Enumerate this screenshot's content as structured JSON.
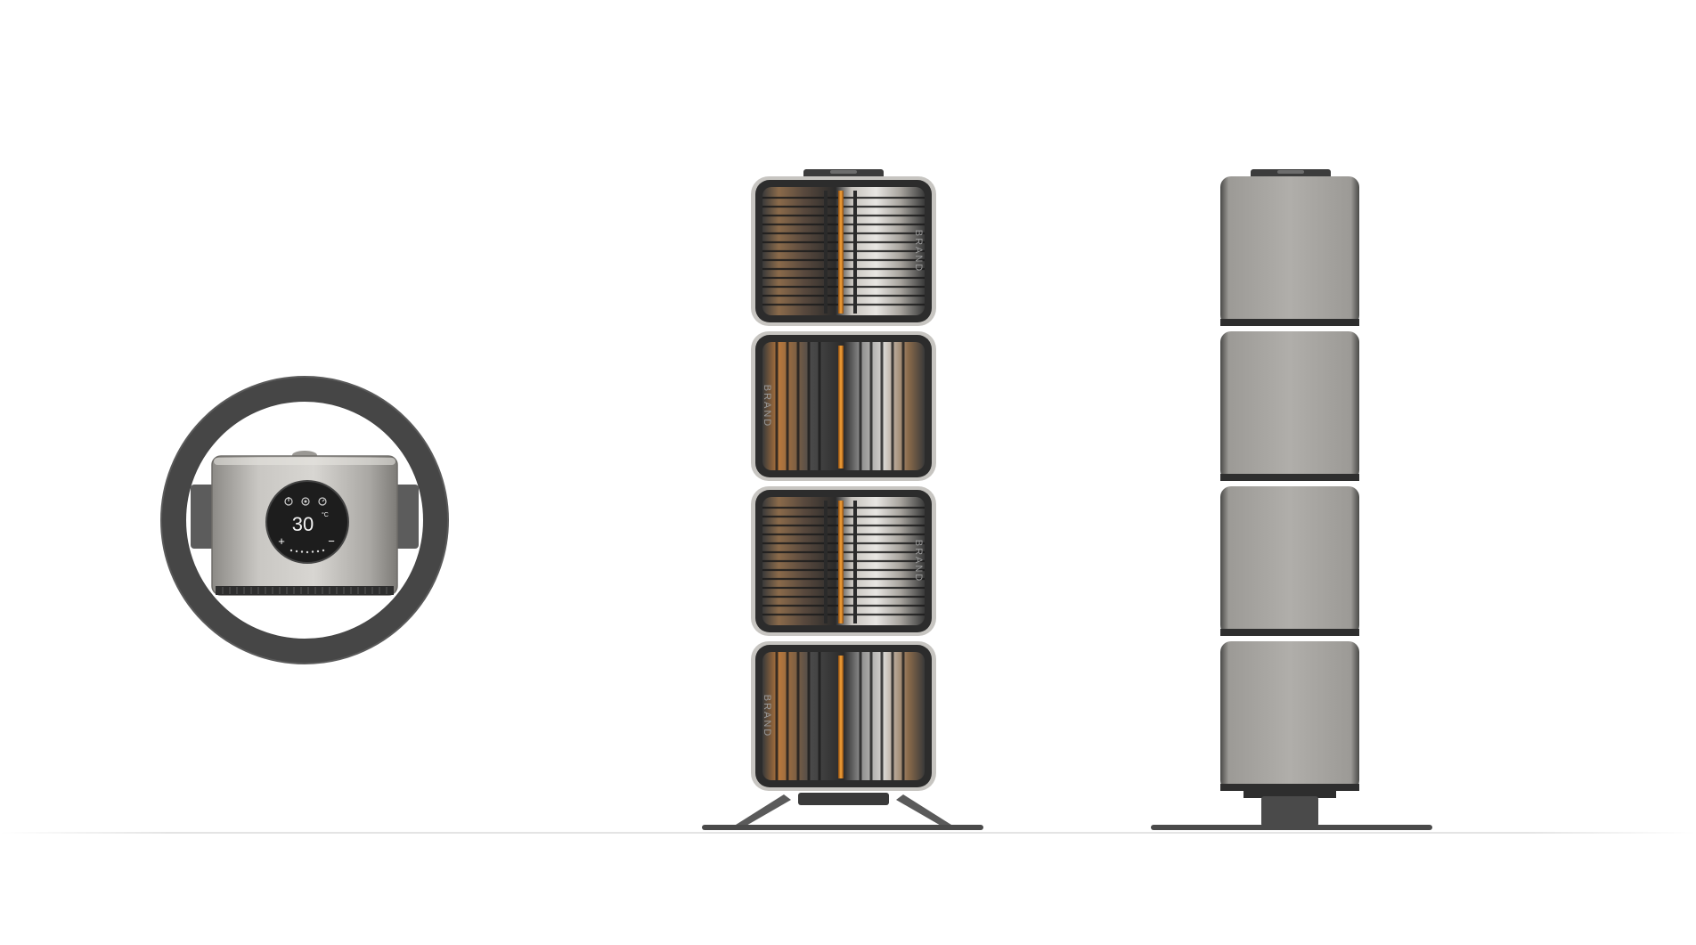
{
  "scene": {
    "background": "#ffffff",
    "accent_color": "#e58a1f",
    "body_color": "#a8a6a2",
    "frame_color": "#3b3b3b"
  },
  "display": {
    "temperature": "30",
    "unit": "°C",
    "plus_label": "+",
    "minus_label": "−"
  },
  "heater_front": {
    "brand_labels": [
      "BRAND",
      "BRAND",
      "BRAND",
      "BRAND"
    ]
  },
  "icons": [
    "power-icon",
    "mode-icon",
    "timer-icon"
  ]
}
